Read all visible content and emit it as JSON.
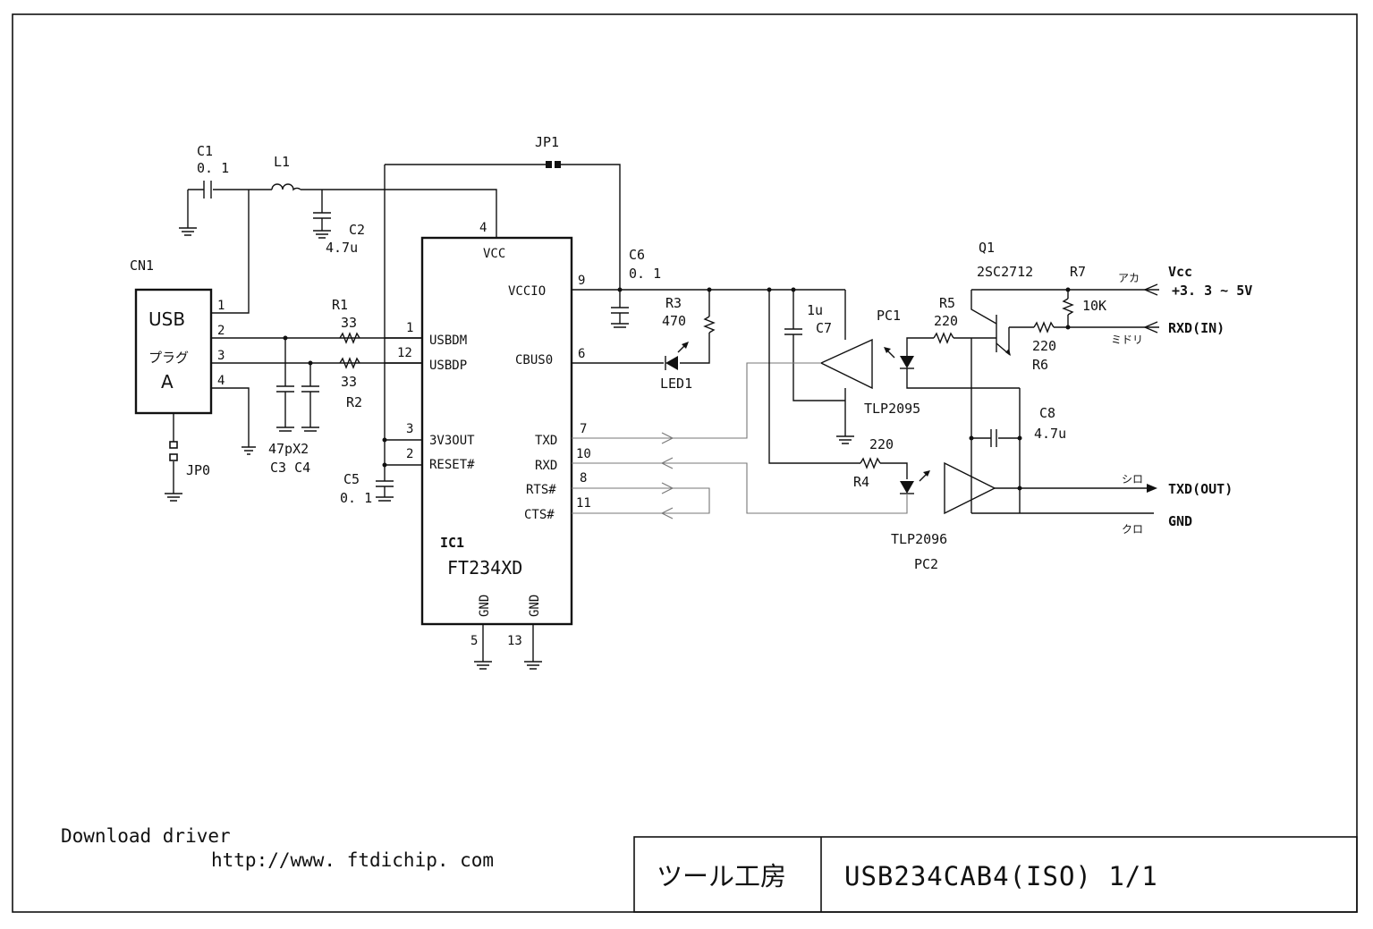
{
  "connector": {
    "ref": "CN1",
    "name": "USB",
    "line2": "プラグ",
    "line3": "A",
    "pins": [
      "1",
      "2",
      "3",
      "4"
    ]
  },
  "ic": {
    "ref": "IC1",
    "part": "FT234XD",
    "left_pins": [
      {
        "num": "1",
        "name": "USBDM"
      },
      {
        "num": "12",
        "name": "USBDP"
      },
      {
        "num": "3",
        "name": "3V3OUT"
      },
      {
        "num": "2",
        "name": "RESET#"
      }
    ],
    "right_pins": [
      {
        "num": "9",
        "name": "VCCIO"
      },
      {
        "num": "6",
        "name": "CBUS0"
      },
      {
        "num": "7",
        "name": "TXD"
      },
      {
        "num": "10",
        "name": "RXD"
      },
      {
        "num": "8",
        "name": "RTS#"
      },
      {
        "num": "11",
        "name": "CTS#"
      }
    ],
    "top_pin": {
      "num": "4",
      "name": "VCC"
    },
    "gnd_pins": [
      {
        "num": "5",
        "name": "GND"
      },
      {
        "num": "13",
        "name": "GND"
      }
    ]
  },
  "components": {
    "c1": {
      "ref": "C1",
      "value": "0. 1"
    },
    "l1": {
      "ref": "L1"
    },
    "c2": {
      "ref": "C2",
      "value": "4.7u"
    },
    "jp1": {
      "ref": "JP1"
    },
    "jp0": {
      "ref": "JP0"
    },
    "r1": {
      "ref": "R1",
      "value": "33"
    },
    "r2": {
      "ref": "R2",
      "value": "33"
    },
    "c3c4": {
      "value": "47pX2",
      "refs": "C3 C4"
    },
    "c5": {
      "ref": "C5",
      "value": "0. 1"
    },
    "c6": {
      "ref": "C6",
      "value": "0. 1"
    },
    "r3": {
      "ref": "R3",
      "value": "470"
    },
    "led1": {
      "ref": "LED1"
    },
    "c7": {
      "ref": "C7",
      "value": "1u"
    },
    "pc1": {
      "ref": "PC1",
      "part": "TLP2095"
    },
    "r5": {
      "ref": "R5",
      "value": "220"
    },
    "q1": {
      "ref": "Q1",
      "part": "2SC2712"
    },
    "r7": {
      "ref": "R7",
      "value": "10K"
    },
    "r6": {
      "ref": "R6",
      "value": "220"
    },
    "c8": {
      "ref": "C8",
      "value": "4.7u"
    },
    "r4": {
      "ref": "R4",
      "value": "220"
    },
    "pc2": {
      "ref": "PC2",
      "part": "TLP2096"
    }
  },
  "nets": {
    "vcc": "Vcc",
    "vcc_range": "+3. 3 ~ 5V",
    "rxd": "RXD(IN)",
    "txd": "TXD(OUT)",
    "gnd": "GND",
    "wire_red": "アカ",
    "wire_green": "ミドリ",
    "wire_white": "シロ",
    "wire_black": "クロ"
  },
  "footer": {
    "download_line1": "Download driver",
    "download_line2": "http://www. ftdichip. com"
  },
  "title_block": {
    "company": "ツール工房",
    "title": "USB234CAB4(ISO) 1/1"
  }
}
